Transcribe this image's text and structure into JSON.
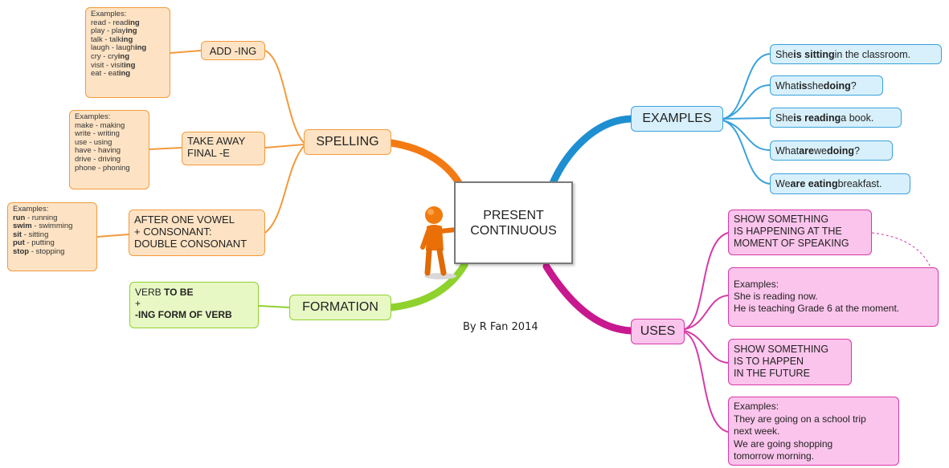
{
  "center": {
    "line1": "PRESENT",
    "line2": "CONTINUOUS"
  },
  "credit": "By R Fan 2014",
  "spelling": {
    "label": "SPELLING",
    "add_ing": {
      "label": "ADD -ING",
      "examples_title": "Examples:",
      "items": [
        {
          "base": "read - read",
          "ending": "ing"
        },
        {
          "base": "play - play",
          "ending": "ing"
        },
        {
          "base": "talk - talk",
          "ending": "ing"
        },
        {
          "base": "laugh - laugh",
          "ending": "ing"
        },
        {
          "base": "cry - cry",
          "ending": "ing"
        },
        {
          "base": "visit - visit",
          "ending": "ing"
        },
        {
          "base": "eat - eat",
          "ending": "ing"
        }
      ]
    },
    "take_away": {
      "label_line1": "TAKE AWAY",
      "label_line2": "FINAL -E",
      "examples_title": "Examples:",
      "items": [
        "make - making",
        "write - writing",
        "use - using",
        "have - having",
        "drive - driving",
        "phone - phoning"
      ]
    },
    "double": {
      "label_line1": "AFTER ONE VOWEL",
      "label_line2": "+ CONSONANT:",
      "label_line3": "DOUBLE CONSONANT",
      "examples_title": "Examples:",
      "items": [
        {
          "base": "run",
          "rest": " - running"
        },
        {
          "base": "swim",
          "rest": " - swimming"
        },
        {
          "base": "sit",
          "rest": " - sitting"
        },
        {
          "base": "put",
          "rest": " - putting"
        },
        {
          "base": "stop",
          "rest": " - stopping"
        }
      ]
    }
  },
  "formation": {
    "label": "FORMATION",
    "line1_plain": "VERB ",
    "line1_bold": "TO BE",
    "line2": "+",
    "line3": "-ING FORM OF VERB"
  },
  "examples": {
    "label": "EXAMPLES",
    "sentences": [
      {
        "a": "She ",
        "b": "is sitting",
        "c": " in the classroom."
      },
      {
        "a": "What ",
        "b": "is",
        "c": " she ",
        "d": "doing",
        "e": "?"
      },
      {
        "a": "She ",
        "b": "is reading",
        "c": " a book."
      },
      {
        "a": "What ",
        "b": "are",
        "c": " we ",
        "d": "doing",
        "e": "?"
      },
      {
        "a": "We ",
        "b": "are eating",
        "c": " breakfast."
      }
    ]
  },
  "uses": {
    "label": "USES",
    "use1": [
      "SHOW SOMETHING",
      "IS HAPPENING AT THE",
      "MOMENT OF SPEAKING"
    ],
    "ex1": [
      "Examples:",
      "She is reading now.",
      "He is teaching Grade 6 at the moment."
    ],
    "use2": [
      "SHOW SOMETHING",
      "IS TO HAPPEN",
      "IN THE FUTURE"
    ],
    "ex2": [
      "Examples:",
      "They are going on a school trip",
      "next week.",
      "We are going shopping",
      "tomorrow morning."
    ]
  },
  "colors": {
    "orange": "#f39a3c",
    "green": "#8fd22e",
    "blue": "#1e8fd0",
    "pink": "#c8188f"
  }
}
